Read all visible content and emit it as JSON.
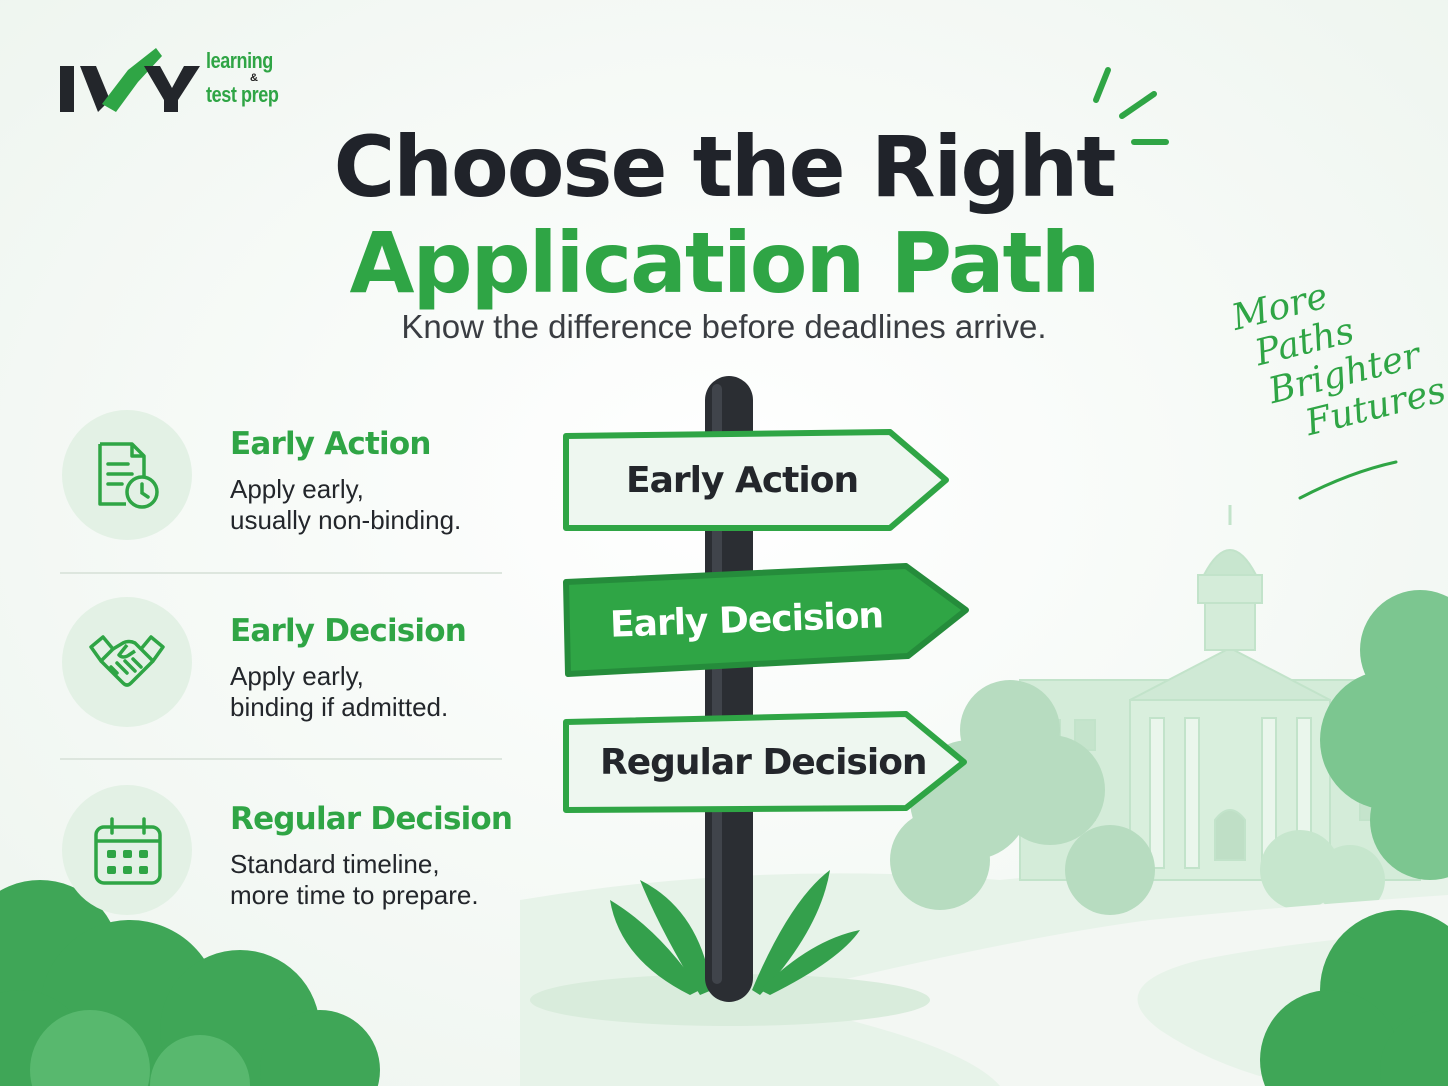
{
  "brand": {
    "logo_letters": "IVY",
    "line1": "learning",
    "amp": "&",
    "line2": "test prep"
  },
  "header": {
    "title_line1": "Choose the Right",
    "title_line2": "Application Path",
    "subtitle": "Know the difference before deadlines arrive."
  },
  "options": [
    {
      "title": "Early Action",
      "desc_line1": "Apply early,",
      "desc_line2": "usually non-binding.",
      "icon": "document-clock-icon"
    },
    {
      "title": "Early Decision",
      "desc_line1": "Apply early,",
      "desc_line2": "binding if admitted.",
      "icon": "handshake-icon"
    },
    {
      "title": "Regular Decision",
      "desc_line1": "Standard timeline,",
      "desc_line2": "more time to prepare.",
      "icon": "calendar-icon"
    }
  ],
  "signpost": {
    "sign1": "Early Action",
    "sign2": "Early Decision",
    "sign3": "Regular Decision"
  },
  "side_script": {
    "line1": "More",
    "line2": "Paths",
    "line3": "Brighter",
    "line4": "Futures"
  },
  "colors": {
    "accent_green": "#2fa545",
    "dark_text": "#20232a",
    "pale_green": "#e3f1e5"
  }
}
